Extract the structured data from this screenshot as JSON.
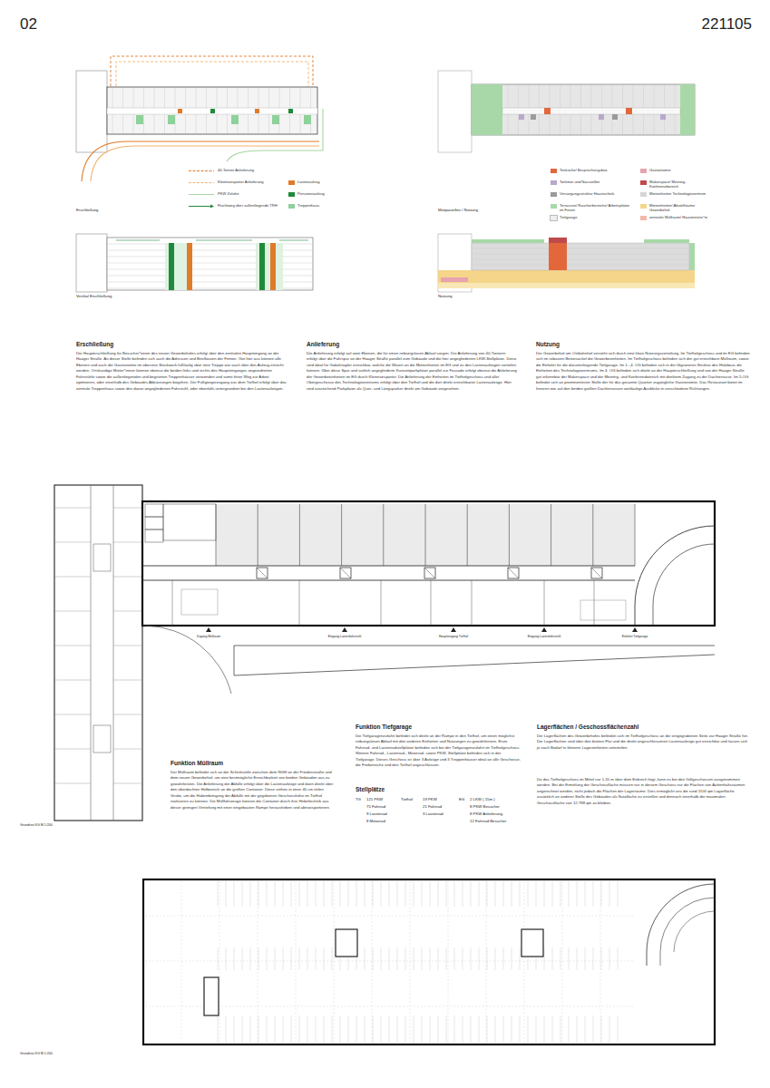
{
  "diagram": {
    "labels": [
      "02",
      "221105",
      "Erschließung",
      "Vertikal Erschließung",
      "Mietparzellen / Nutzung",
      "Nutzung",
      "Erschließung",
      "Die Haupterschließung für Besucher*innen des neuen Gewerbehofes erfolgt über den zentralen Haupteingang an der Haager Straße. An dieser Stelle befinden sich auch die Adressen und Briefkästen der Firmen. Von hier aus können alle Ebenen und auch die Gastronomie im obersten Stockwerk fußläufig über eine Treppe wie auch über den Aufzug erreicht werden. Ortskundige Mieter*innen können ebenso die beiden links und rechts des Haupteinganges angeordneten Fahrstühle sowie die außenliegenden und begrünten Treppenhäuser verwenden und somit ihren Weg zur Arbeit optimieren, oder innerhalb des Gebäudes Abkürzungen begehen. Der Fußgängerzugang aus dem Tiefhof erfolgt über das zentrale Treppenhaus sowie den daran angegliederten Fahrstuhl, oder ebenfalls untergeordnet bei den Lastenaufzügen.",
      "Anlieferung",
      "Die Anlieferung erfolgt auf zwei Ebenen, die für einen reibungslosen Ablauf sorgen. Die Anlieferung von 40-Tonnern erfolgt über die Fahrspur an der Haager Straße parallel zum Gebäude und die hier angegliederten LKW-Stellplätze. Diese sind ideal für Gabelstapler erreichbar, welche die Waren an die Mieteinheiten im EG und zu den Lastenaufzügen verteilen können. Über diese Spur und seitlich angegliederte Kurzzeitparkplätze parallel zur Fassade erfolgt ebenso die Anlieferung der Gewerbeeinheiten im EG durch Kleintransporter. Die Anlieferung der Einheiten im Tiefhofgeschoss und aller Obergeschosse des Technologiezentrums erfolgt über den Tiefhof und die dort direkt erreichbaren Lastenaufzüge. Hier sind ausreichend Parkplätze als Quer- und Längsparker direkt am Gebäude vorgesehen.",
      "Nutzung",
      "Der Gewerbehof am Ostbahnhof versteht sich durch eine klare Nutzungsverteilung. Im Tiefhofgeschoss und im EG befinden sich im robusten Betonsockel die Gewerbeeinheiten. Im Tiefhofgeschoss befinden sich der gut erreichbare Müllraum, sowie die Einfahrt für die darunterliegende Tiefgarage. Im 1.–4. OG befinden sich in der filigraneren Struktur des Holzbaus die Einheiten des Technologiezentrums. Im 4. OG befinden sich direkt an der Haupterschließung und von der Haager Straße gut erkennbar der Makerspace und der Meeting- und Konferenzbereich mit direktem Zugang zu der Dachterrasse. Im 5.OG befindet sich an prominentester Stelle der für das gesamte Quartier zugängliche Gastronomie. Das Restaurant bietet im Inneren wie auf den beiden großen Dachterrassen weitläufige Ausblicke in verschiedene Richtungen.",
      "Zugang Müllraum",
      "Eingang Lastenfahrstuhl",
      "Haupteingang Tiefhof",
      "Eingang Lastenfahrstuhl",
      "Einfahrt Tiefgarage",
      "Funktion Tiefgarage",
      "Die Tiefgaragenzufahrt befindet sich direkt an der Rampe in den Tiefhof, um einen möglichst reibungslosen Ablauf mit den anderen Einheiten und Nutzungen zu gewährleisten. Erste Fahrrad- und Lastenradstellplätze befinden sich bei der Tiefgaragenzufahrt im Tiefhofgeschoss. Weitere Fahrrad-, Lastenrad-, Motorrad- sowie PKW- Stellplätze befinden sich in der Tiefgarage. Dieses Geschoss ist über 3 Aufzüge und 3 Treppenhäuser ideal an alle Geschosse, die Freibereiche und den Tiefhof angeschlossen.",
      "Stellplätze",
      "TG",
      "121 PKW",
      "75 Fahrrad",
      "9 Lastenrad",
      "8 Motorrad",
      "Tiefhof",
      "19 PKW",
      "21 Fahrrad",
      "3 Lastenrad",
      "EG",
      "2 LKW ( 15m )",
      "8 PKW Besucher",
      "8 PKW Anlieferung",
      "12 Fahrrad Besucher",
      "Lagerflächen / Geschossflächenzahl",
      "Die Lagerflächen des Gewerbehofes befinden sich im Tiefhofgeschoss an der eingegrabenen Seite zur Haager Straße hin. Die Lagerflächen sind über den breiten Flur und die direkt angeschlossenen Lastenaufzüge gut erreichbar und lassen sich je nach Bedarf in kleinere Lagereinheiten unterteilen.",
      "Da das Tiefhofgeschoss im Mittel nur 1.20 m über dem Erdreich liegt, kann es bei den Vollgeschossen ausgenommen werden. Bei der Ermittlung der Geschossfläche müssen nur in diesem Geschoss nur die Flächen von Aufenthaltsräumen angerechnet werden, nicht jedoch die Flächen der Lagerräume. Dies ermöglicht uns die rund 1100 qm Lagerfläche zusätzlich an anderer Stelle des Gebäudes als Nutzfläche zu erstellen und dennoch innerhalb der maximalen Geschossfläche von 12.788 qm zu bleiben.",
      "Funktion Müllraum",
      "Der Müllraum befindet sich an der Schnittstelle zwischen dem NGH an der Friedenstraße und dem neuen Gewerbehof, um eine bestmögliche Erreichbarkeit von beiden Gebäuden aus zu gewährleisten. Die Anlieferung der Abfälle erfolgt über die Lastenaufzüge und dann direkt über den überdachten Hofbereich an die großen Container. Diese stehen in einer 40 cm tiefen Grube, um die Hubeinbringung der Abfälle mit der gegebenen Geschosshöhe im Tiefhof realisieren zu können. Die Müllfahrzeuge können die Container durch ihre Hebeltechnik aus dieser geringen Vertiefung mit einer eingebauten Rampe herausheben und abtransportieren.",
      "Grundriss KG M 1:200",
      "Grundriss KG M 1:200"
    ],
    "legend": [
      {
        "text": "40-Tonner Anlieferung"
      },
      {
        "text": "Kleintransporter Anlieferung"
      },
      {
        "text": "PKW Zufahrt"
      },
      {
        "text": "Fluchtweg über außenliegende TRH"
      },
      {
        "text": "Lastenaufzug",
        "color": "#e07b2a"
      },
      {
        "text": "Personenaufzug",
        "color": "#1f8a3c"
      },
      {
        "text": "Treppenhaus",
        "color": "#8fd19a"
      },
      {
        "text": "Teeküche/ Besprechungsbox",
        "color": "#e2683c"
      },
      {
        "text": "Toiletten und Nasszellen",
        "color": "#b9a7cc"
      },
      {
        "text": "Versorgungsstruktur Haustechnik",
        "color": "#9a9a9a"
      },
      {
        "text": "Terrassen/ Raucherbereiche/ Arbeitsplätze im Freien",
        "color": "#a8d8a8"
      },
      {
        "text": "Tiefgarage",
        "color": "#eeeeee"
      },
      {
        "text": "Gastronomie",
        "color": "#e7a3b0"
      },
      {
        "text": "Makerspace/ Meeting- Konferenzbereich",
        "color": "#c0494b"
      },
      {
        "text": "Mieteinheiten Technologiezentrum",
        "color": "#d6d6d6"
      },
      {
        "text": "Mieteinheiten/ Abstellräume Gewerbehof",
        "color": "#f5d58a"
      },
      {
        "text": "zentraler Müllraum/ Hausmeister*in",
        "color": "#f1b8a8"
      }
    ]
  }
}
